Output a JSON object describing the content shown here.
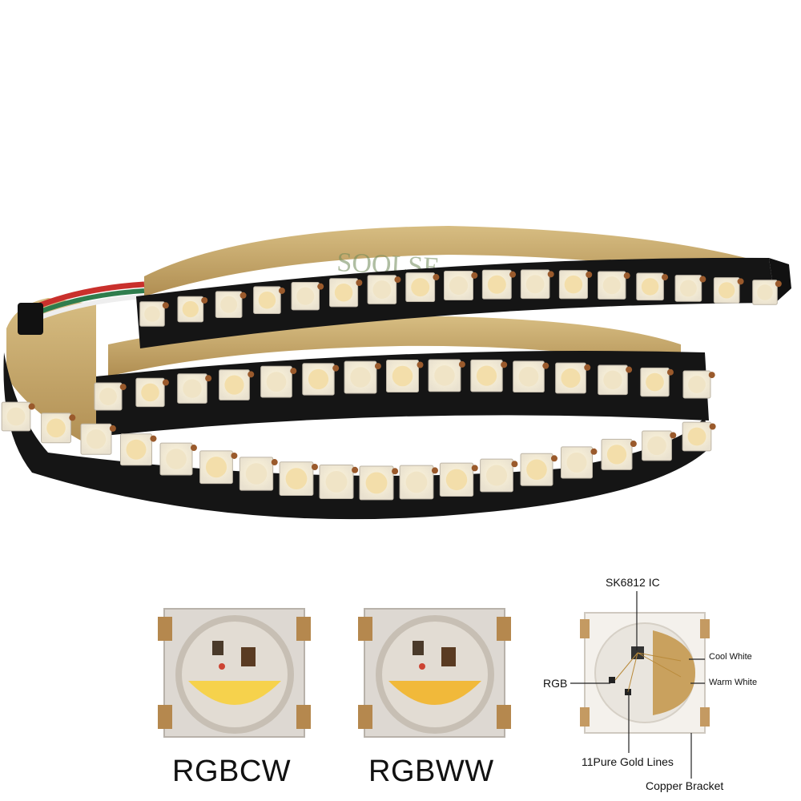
{
  "variants": [
    {
      "label": "RGBCW",
      "lens_color": "#f6d24c"
    },
    {
      "label": "RGBWW",
      "lens_color": "#f1b93a"
    }
  ],
  "diagram": {
    "ic_label": "SK6812 IC",
    "cool_white_label": "Cool White",
    "warm_white_label": "Warm White",
    "rgb_label": "RGB",
    "gold_lines_label": "11Pure Gold Lines",
    "copper_bracket_label": "Copper Bracket"
  },
  "tape_backing_text": "SOOLSE",
  "colors": {
    "pcb": "#151515",
    "tape_backing": "#c3a56a",
    "led_package": "#eeeae4",
    "warm_phosphor": "#c9a15e"
  }
}
